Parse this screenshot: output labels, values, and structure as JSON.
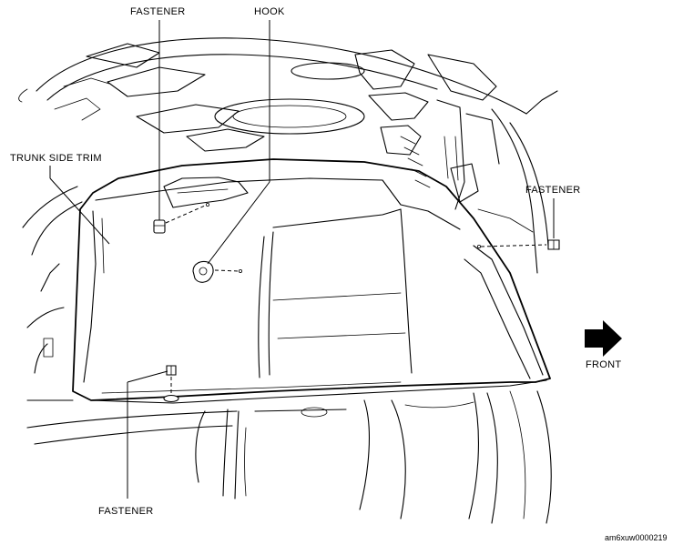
{
  "labels": {
    "fastener_top": "FASTENER",
    "hook": "HOOK",
    "trunk_side_trim": "TRUNK SIDE TRIM",
    "fastener_right": "FASTENER",
    "front": "FRONT",
    "fastener_bottom": "FASTENER"
  },
  "figure_code": "am6xuw0000219",
  "icons": {
    "front_arrow": "right-arrow-icon"
  }
}
